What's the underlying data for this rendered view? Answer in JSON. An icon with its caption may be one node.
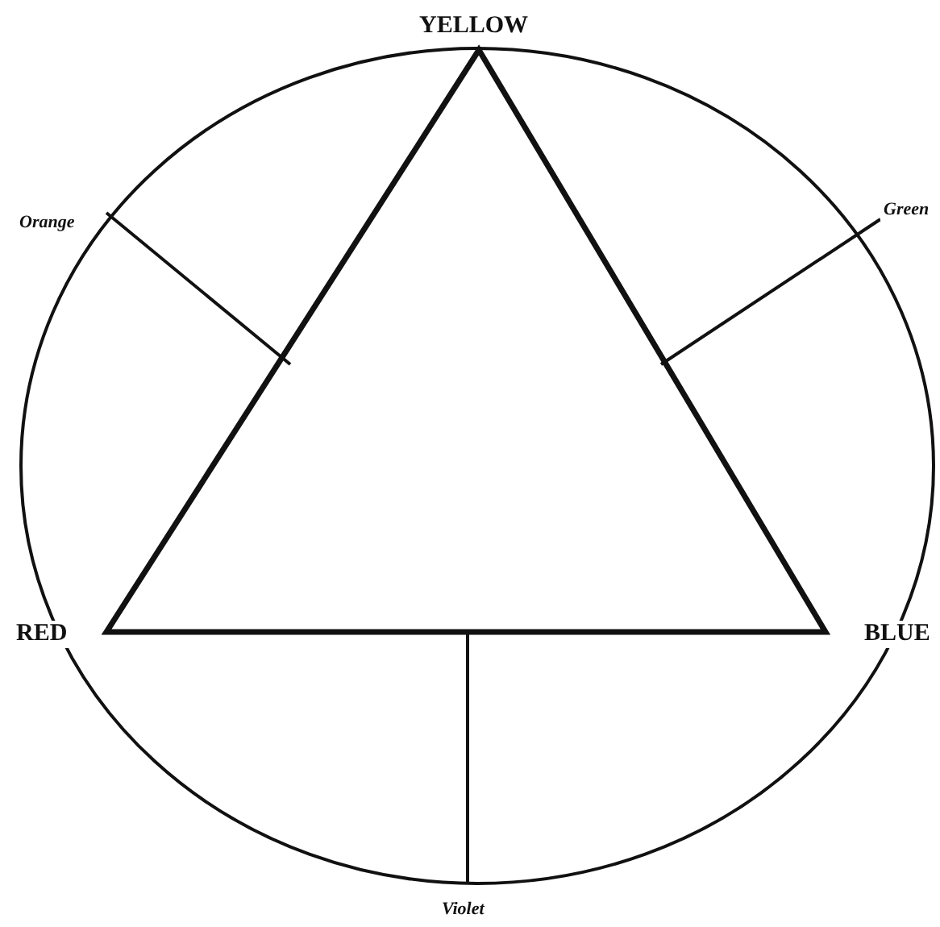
{
  "diagram": {
    "labels": [
      "YELLOW",
      "Orange",
      "Green",
      "RED",
      "BLUE",
      "Violet"
    ]
  }
}
